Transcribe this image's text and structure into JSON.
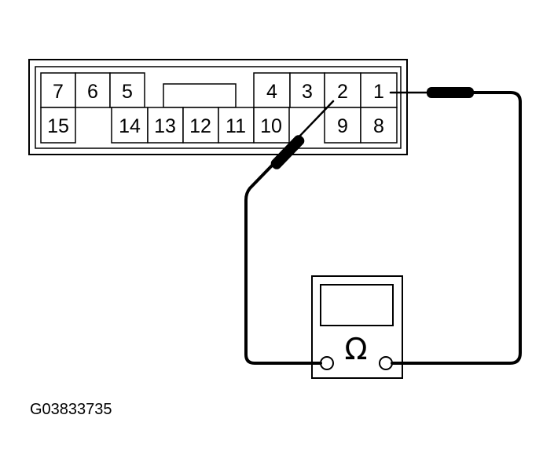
{
  "diagram": {
    "connector": {
      "pins": [
        {
          "label": "7"
        },
        {
          "label": "6"
        },
        {
          "label": "5"
        },
        {
          "label": "4"
        },
        {
          "label": "3"
        },
        {
          "label": "2"
        },
        {
          "label": "1"
        },
        {
          "label": "15"
        },
        {
          "label": "14"
        },
        {
          "label": "13"
        },
        {
          "label": "12"
        },
        {
          "label": "11"
        },
        {
          "label": "10"
        },
        {
          "label": "9"
        },
        {
          "label": "8"
        }
      ]
    },
    "meter": {
      "symbol": "Ω"
    },
    "figure_id": "G03833735"
  }
}
